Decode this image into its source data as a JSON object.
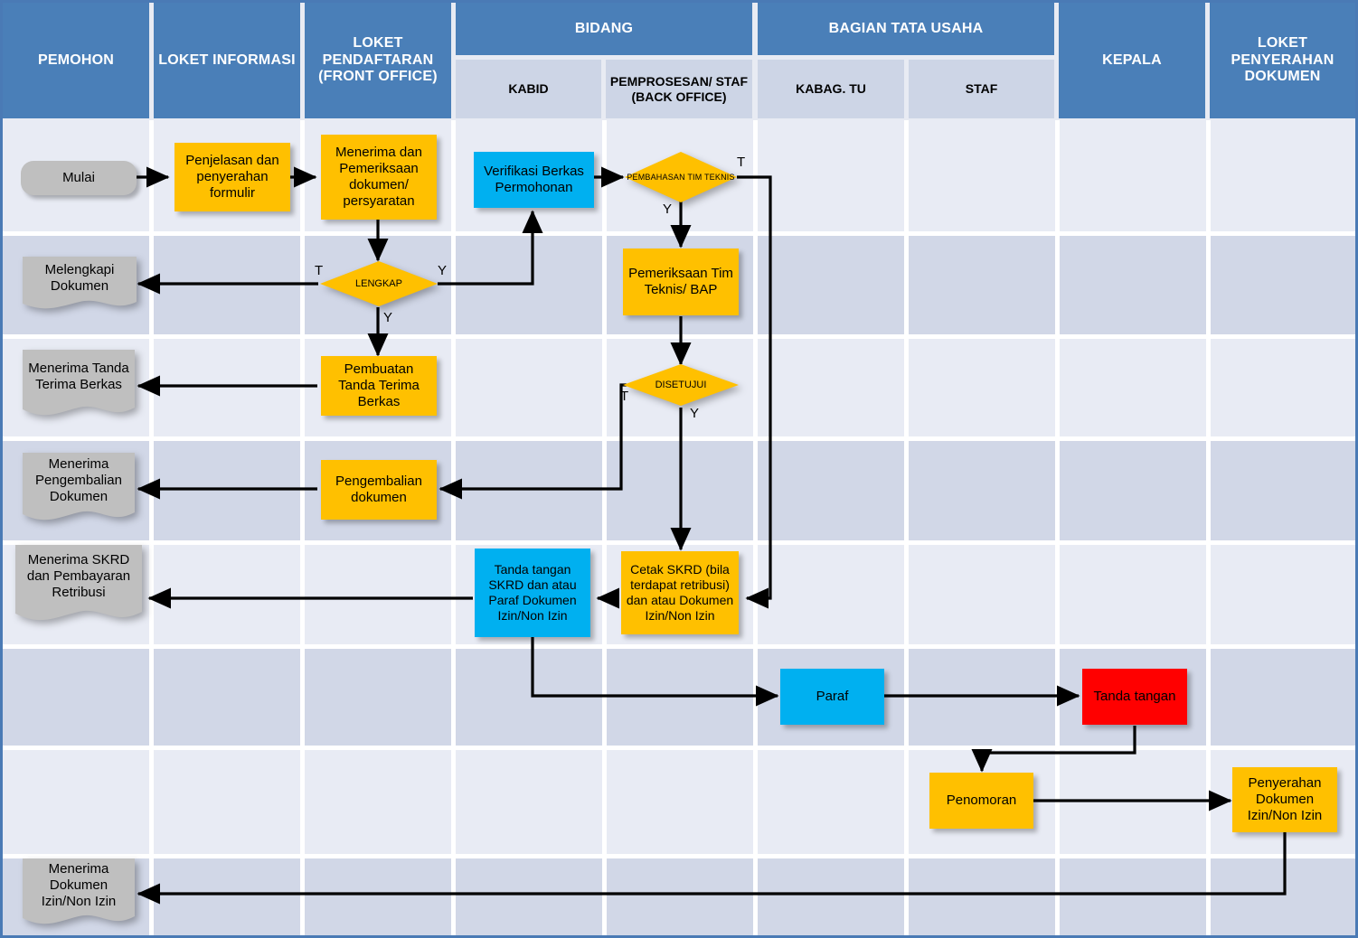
{
  "header": {
    "groups": [
      {
        "label": "PEMOHON",
        "span": 1
      },
      {
        "label": "LOKET INFORMASI",
        "span": 1
      },
      {
        "label": "LOKET PENDAFTARAN (FRONT OFFICE)",
        "span": 1
      },
      {
        "label": "BIDANG",
        "span": 2
      },
      {
        "label": "BAGIAN TATA USAHA",
        "span": 2
      },
      {
        "label": "KEPALA",
        "span": 1
      },
      {
        "label": "LOKET PENYERAHAN DOKUMEN",
        "span": 1
      }
    ],
    "sub": [
      {
        "label": "KABID"
      },
      {
        "label": "PEMPROSESAN/ STAF (BACK OFFICE)"
      },
      {
        "label": "KABAG. TU"
      },
      {
        "label": "STAF"
      }
    ]
  },
  "colors": {
    "header_blue": "#4a7fb8",
    "subheader": "#cdd5e6",
    "band_light": "#e8ebf4",
    "band_dark": "#d1d7e7",
    "orange": "#ffc000",
    "blue": "#00b0f0",
    "red": "#ff0000",
    "gray": "#bfbfbf",
    "arrow": "#000000",
    "border": "#4a7ab5"
  },
  "nodes": {
    "mulai": "Mulai",
    "penjelasan": "Penjelasan dan penyerahan formulir",
    "menerima_pemeriksaan": "Menerima  dan Pemeriksaan dokumen/ persyaratan",
    "verifikasi": "Verifikasi Berkas Permohonan",
    "pembahasan_tim_teknis": "PEMBAHASAN TIM TEKNIS",
    "melengkapi": "Melengkapi Dokumen",
    "lengkap": "LENGKAP",
    "pemeriksaan_tim": "Pemeriksaan Tim Teknis/ BAP",
    "menerima_tanda_terima": "Menerima Tanda Terima Berkas",
    "pembuatan_tanda_terima": "Pembuatan Tanda Terima Berkas",
    "disetujui": "DISETUJUI",
    "menerima_pengembalian": "Menerima Pengembalian Dokumen",
    "pengembalian": "Pengembalian dokumen",
    "menerima_skrd": "Menerima SKRD dan Pembayaran Retribusi",
    "tanda_tangan_skrd": "Tanda tangan SKRD dan atau Paraf Dokumen Izin/Non Izin",
    "cetak_skrd": "Cetak SKRD (bila terdapat retribusi) dan atau Dokumen Izin/Non Izin",
    "paraf": "Paraf",
    "tanda_tangan": "Tanda tangan",
    "penomoran": "Penomoran",
    "penyerahan_dokumen": "Penyerahan Dokumen Izin/Non Izin",
    "menerima_dokumen": "Menerima Dokumen Izin/Non Izin"
  },
  "edge_labels": {
    "lengkap_t": "T",
    "lengkap_y_right": "Y",
    "lengkap_y_down": "Y",
    "pembahasan_t": "T",
    "pembahasan_y": "Y",
    "disetujui_t": "T",
    "disetujui_y": "Y"
  }
}
